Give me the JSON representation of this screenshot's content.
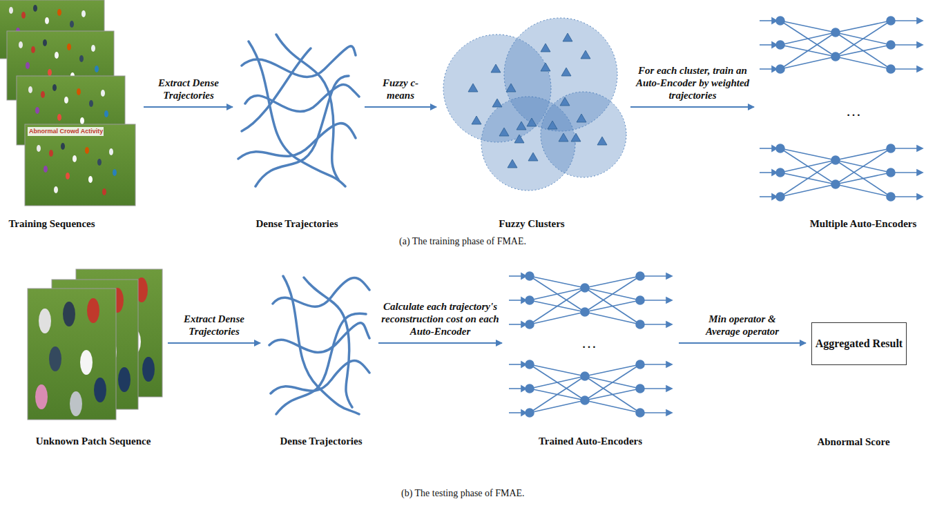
{
  "diagram": {
    "nodes": [
      {
        "text": [
          "Training Sequences"
        ]
      },
      {
        "text": [
          "Dense Trajectories"
        ]
      },
      {
        "text": [
          "Fuzzy Clusters"
        ]
      },
      {
        "text": [
          "Multiple Auto-Encoders"
        ]
      },
      {
        "text": [
          "Unknown Patch Sequence"
        ]
      },
      {
        "text": [
          "Dense Trajectories"
        ]
      },
      {
        "text": [
          "Trained Auto-Encoders"
        ]
      },
      {
        "text": [
          "Aggregated Result",
          "Abnormal Score"
        ]
      }
    ],
    "edges": [
      {
        "from": 0,
        "to": 1,
        "label": "Extract Dense Trajectories",
        "arrow": "to"
      },
      {
        "from": 1,
        "to": 2,
        "label": "Fuzzy c-means",
        "arrow": "to"
      },
      {
        "from": 2,
        "to": 3,
        "label": "For each cluster, train an Auto-Encoder by weighted trajectories",
        "arrow": "to"
      },
      {
        "from": 4,
        "to": 5,
        "label": "Extract Dense Trajectories",
        "arrow": "to"
      },
      {
        "from": 5,
        "to": 6,
        "label": "Calculate each trajectory's reconstruction cost on each Auto-Encoder",
        "arrow": "to"
      },
      {
        "from": 6,
        "to": 7,
        "label": "Min operator & Average operator",
        "arrow": "to"
      }
    ],
    "labels": [
      "Abnormal Crowd Activity",
      "…",
      "(a) The training phase of FMAE.",
      "…",
      "(b) The testing phase of FMAE."
    ]
  }
}
